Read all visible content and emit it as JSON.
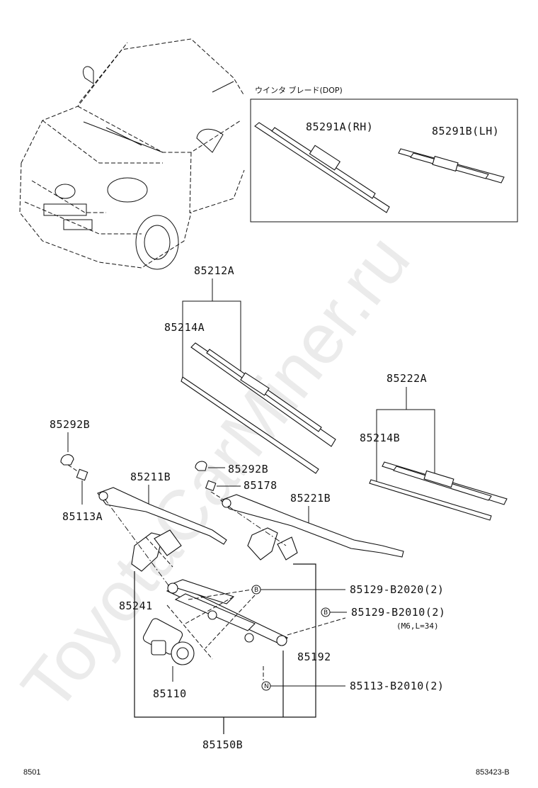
{
  "watermark": "ToyotaCarMiner.ru",
  "dop_box": {
    "title": "ウインタ ブレード(DOP)",
    "rh_label": "85291A(RH)",
    "lh_label": "85291B(LH)"
  },
  "labels": {
    "p85212A": "85212A",
    "p85214A": "85214A",
    "p85222A": "85222A",
    "p85214B": "85214B",
    "p85292B_left": "85292B",
    "p85292B_right": "85292B",
    "p85113A": "85113A",
    "p85211B": "85211B",
    "p85178": "85178",
    "p85221B": "85221B",
    "p85129_B2020": "85129-B2020(2)",
    "p85129_B2010": "85129-B2010(2)",
    "p85129_note": "(M6,L=34)",
    "p85241": "85241",
    "p85192": "85192",
    "p85110": "85110",
    "p85113_B2010": "85113-B2010(2)",
    "p85150B": "85150B"
  },
  "badges": {
    "b1": "B",
    "b2": "B",
    "n1": "N"
  },
  "footer": {
    "left": "8501",
    "right": "853423-B"
  }
}
